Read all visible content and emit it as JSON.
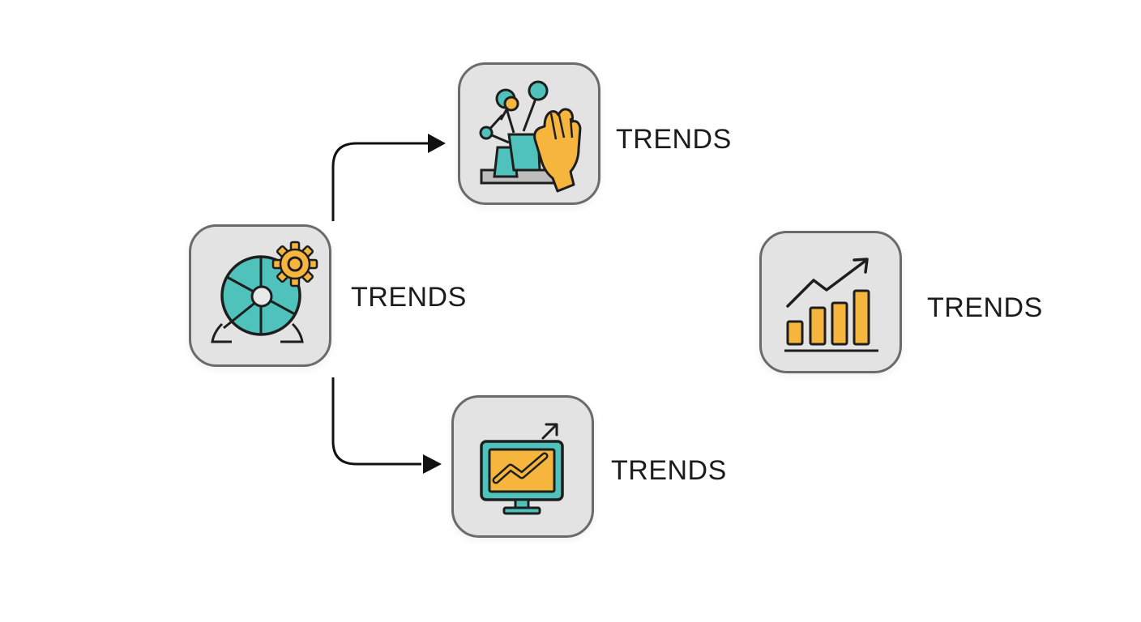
{
  "diagram": {
    "nodes": [
      {
        "id": "hub",
        "icon": "globe-gear-icon",
        "label": "TRENDS"
      },
      {
        "id": "top",
        "icon": "molecule-hand-icon",
        "label": "TRENDS"
      },
      {
        "id": "bottom",
        "icon": "monitor-trend-icon",
        "label": "TRENDS"
      },
      {
        "id": "right",
        "icon": "bar-chart-growth-icon",
        "label": "TRENDS"
      }
    ],
    "edges": [
      {
        "from": "hub",
        "to": "top"
      },
      {
        "from": "hub",
        "to": "bottom"
      }
    ],
    "colors": {
      "teal": "#4fc3bb",
      "amber": "#f6b53c",
      "outline": "#1e1e1e",
      "tile_fill": "#e3e3e3",
      "tile_border": "#6b6b6b"
    }
  }
}
